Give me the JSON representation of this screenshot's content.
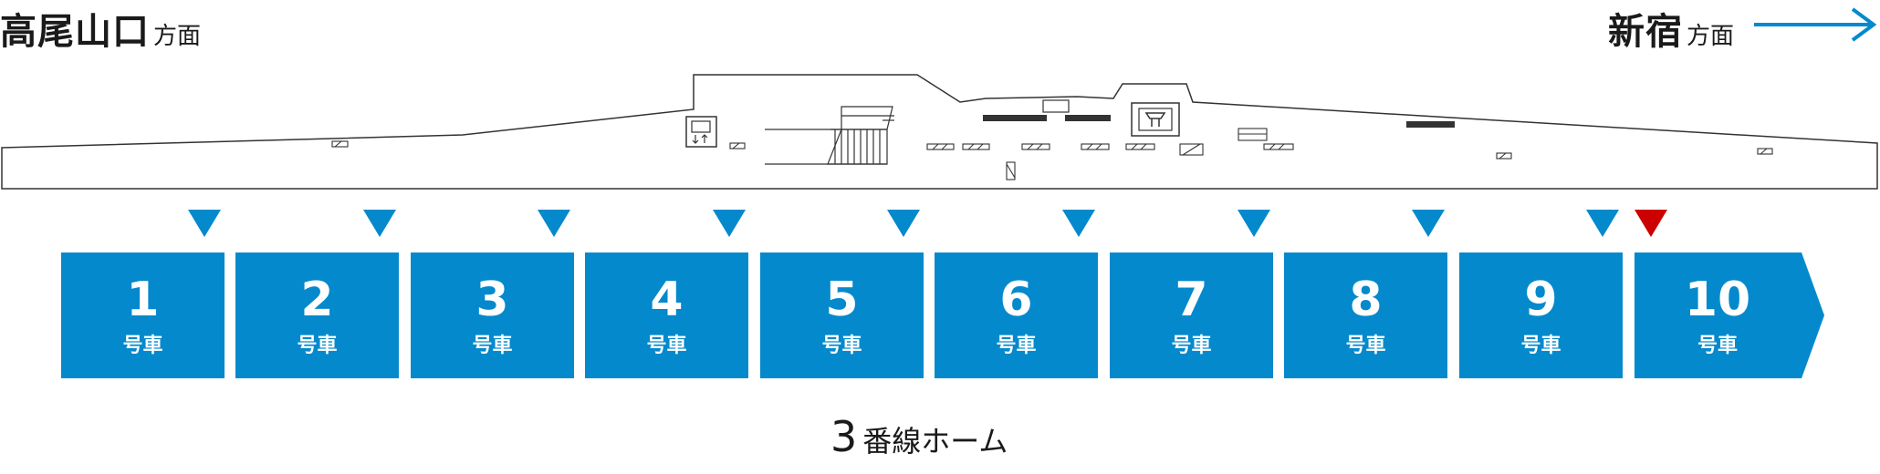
{
  "direction_left": {
    "name": "高尾山口",
    "suffix": "方面"
  },
  "direction_right": {
    "name": "新宿",
    "suffix": "方面",
    "arrow_icon": "arrow-right-icon"
  },
  "colors": {
    "car_blue": "#0489cc",
    "current_marker": "#cc0000",
    "outline": "#333333"
  },
  "cars": [
    {
      "number": "1",
      "unit": "号車"
    },
    {
      "number": "2",
      "unit": "号車"
    },
    {
      "number": "3",
      "unit": "号車"
    },
    {
      "number": "4",
      "unit": "号車"
    },
    {
      "number": "5",
      "unit": "号車"
    },
    {
      "number": "6",
      "unit": "号車"
    },
    {
      "number": "7",
      "unit": "号車"
    },
    {
      "number": "8",
      "unit": "号車"
    },
    {
      "number": "9",
      "unit": "号車"
    },
    {
      "number": "10",
      "unit": "号車"
    }
  ],
  "current_position_car_index": 9,
  "platform": {
    "number": "3",
    "label": "番線ホーム"
  }
}
